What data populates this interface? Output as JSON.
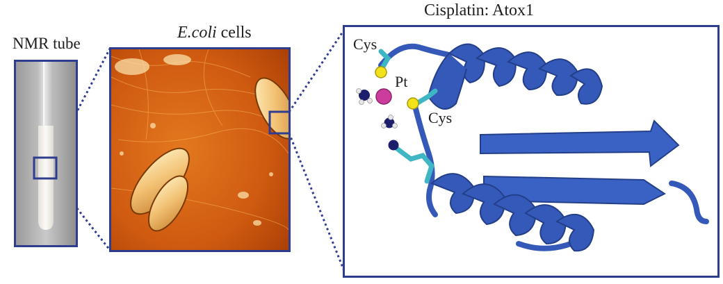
{
  "labels": {
    "nmr_tube": "NMR tube",
    "ecoli_italic": "E.coli",
    "ecoli_rest": " cells",
    "protein_title": "Cisplatin: Atox1",
    "cys_top": "Cys",
    "pt": "Pt",
    "cys_mid": "Cys"
  },
  "colors": {
    "frame": "#2f3d8f",
    "protein": "#3459b8",
    "cysteine_stick": "#3fb6c4",
    "sulfur": "#f2e21a",
    "platinum": "#cc3c9c",
    "nitrogen": "#1c1e6b",
    "cell_bg": "#c9500d"
  }
}
